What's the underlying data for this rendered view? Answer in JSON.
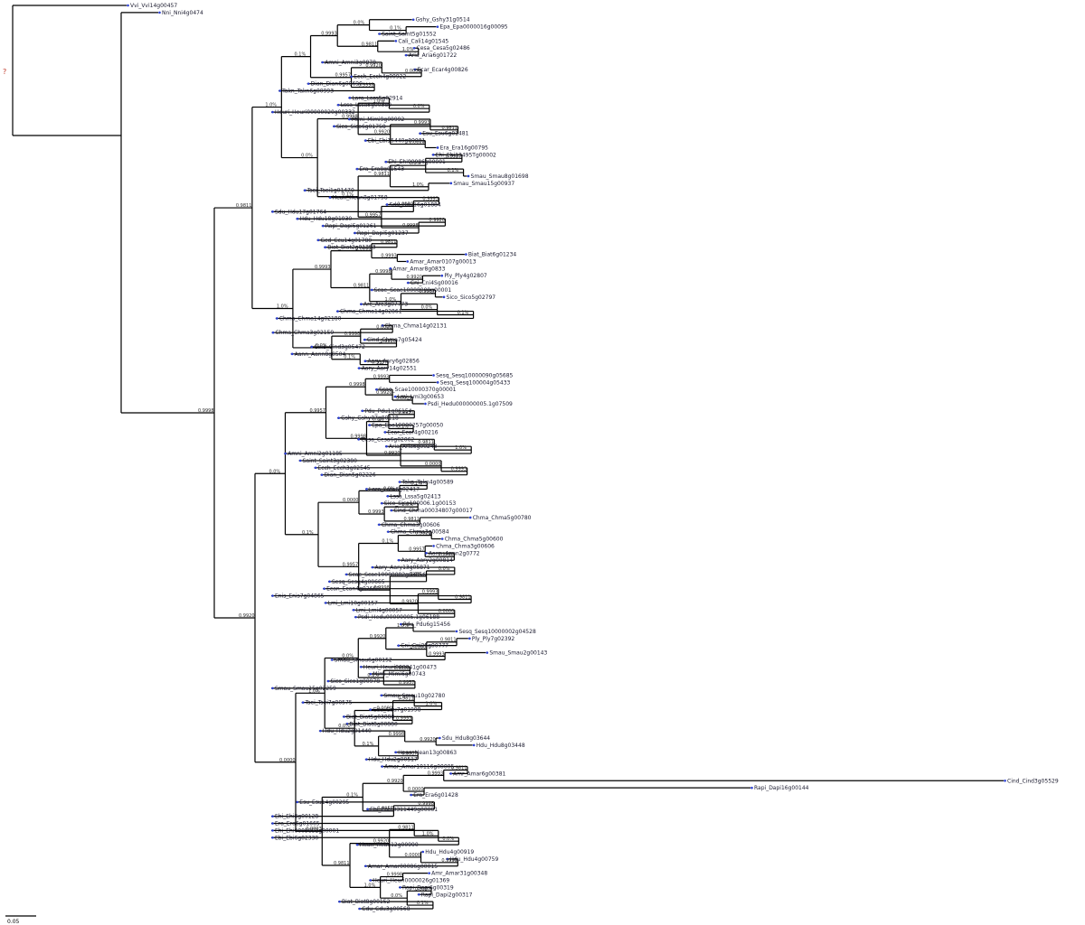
{
  "root_label": "?",
  "scale_label": "0.05",
  "leaves": [
    {
      "label": "Vvi_Vvi14g00457"
    },
    {
      "label": "Nni_Nni4g0474"
    },
    {
      "label": "Gshy_Gshy31g0514"
    },
    {
      "label": "Epa_Epa0000016g00095"
    },
    {
      "label": "Saint_Saint5g01552"
    },
    {
      "label": "Cali_Cali14g01545"
    },
    {
      "label": "Cesa_Cesa5g02486"
    },
    {
      "label": "Aria_Aria6g01722"
    },
    {
      "label": "Amni_Amni3g0878"
    },
    {
      "label": "Ecar_Ecar4g00826"
    },
    {
      "label": "Ecch_Ecch4g00922"
    },
    {
      "label": "Dian_Dian6g00690"
    },
    {
      "label": "Takn_Takn6g00993"
    },
    {
      "label": "Lara_Lara5g02914"
    },
    {
      "label": "Lssa_Lssa5g00380"
    },
    {
      "label": "Heuri_Heuri00000020g00332"
    },
    {
      "label": "Mimi_Mimi9g00992"
    },
    {
      "label": "Sico_Sico6g01758"
    },
    {
      "label": "Esu_Esu6g01481"
    },
    {
      "label": "Ebi_Ebi15440g00001"
    },
    {
      "label": "Era_Era16g00795"
    },
    {
      "label": "Ehi_Ehi13495Tg00002"
    },
    {
      "label": "Ehi_Ehi00086g00001"
    },
    {
      "label": "Era_Era8g01543"
    },
    {
      "label": "Smau_Smau8g01698"
    },
    {
      "label": "Smau_Smau15g00937"
    },
    {
      "label": "Tsei_Tsei1g01470"
    },
    {
      "label": "Hean_Hean8g01758"
    },
    {
      "label": "Sdu_Hdu16g01884"
    },
    {
      "label": "Sdu_Hdu17g01764"
    },
    {
      "label": "Hdu_Hdu18g01930"
    },
    {
      "label": "Rapi_Dapi5g01261"
    },
    {
      "label": "Rapi_Dapi5g01237"
    },
    {
      "label": "Gcd_Ccu14g01780"
    },
    {
      "label": "Biat_Biat2g01253"
    },
    {
      "label": "Biat_Biat6g01234"
    },
    {
      "label": "Amar_Amar0107g00013"
    },
    {
      "label": "Amar_Amar8g0833"
    },
    {
      "label": "Ply_Ply4g02807"
    },
    {
      "label": "Cni_Cni4Sg00016"
    },
    {
      "label": "Scae_Scae10008008g00001"
    },
    {
      "label": "Sico_Sico5g02797"
    },
    {
      "label": "Arc_Arc3g07773"
    },
    {
      "label": "Chma_Chma14g02861"
    },
    {
      "label": "Chma_Chma14g02180"
    },
    {
      "label": "Chma_Chma14g02131"
    },
    {
      "label": "Chma_Chma3g02159"
    },
    {
      "label": "Cind_Chma7g05424"
    },
    {
      "label": "Cind_Cind3g05472"
    },
    {
      "label": "Aann_Aann8g0504"
    },
    {
      "label": "Aary_Aary6g02856"
    },
    {
      "label": "Aary_Aary14g02551"
    },
    {
      "label": "Sesq_Sesq10000090g05685"
    },
    {
      "label": "Sesq_Sesq100004g05433"
    },
    {
      "label": "Scae_Scae10000370g00001"
    },
    {
      "label": "Lmi_Lmi3g00653"
    },
    {
      "label": "Psdi_Hedu000000005.1g07509"
    },
    {
      "label": "Pdu_Pdu1g06154"
    },
    {
      "label": "Gshy_Gshy07g00118"
    },
    {
      "label": "Epa_Epa10000257g00050"
    },
    {
      "label": "Ecar_Ecar4g00216"
    },
    {
      "label": "Cesa_Cesa6g02062"
    },
    {
      "label": "Aria_Aria6g00243"
    },
    {
      "label": "Amni_Amni2g01185"
    },
    {
      "label": "Saint_Saint3g02380"
    },
    {
      "label": "Ecch_Ecch3g02545"
    },
    {
      "label": "Dian_Dian5g02226"
    },
    {
      "label": "Takn_Takn4g00589"
    },
    {
      "label": "Lara_Lara6g02417"
    },
    {
      "label": "Lssa_Lssa5g02413"
    },
    {
      "label": "Sico_Sico100006.1g00153"
    },
    {
      "label": "Cind_Chma00034807g00017"
    },
    {
      "label": "Chma_Chma5g00780"
    },
    {
      "label": "Chma_Chma3g00606"
    },
    {
      "label": "Chma_Chma3g00584"
    },
    {
      "label": "Chma_Chma5g00600"
    },
    {
      "label": "Chma_Chma3g00606"
    },
    {
      "label": "Aann_Aann2g0772"
    },
    {
      "label": "Aary_Aary2g00814"
    },
    {
      "label": "Aary_Aary13g05871"
    },
    {
      "label": "Scae_Scae10000082g03056"
    },
    {
      "label": "Sesq_Sesq4g00665"
    },
    {
      "label": "Ecan_Ecan4g02668"
    },
    {
      "label": "Enis_Enis7g04865"
    },
    {
      "label": "Lmi_Lmi10g00157"
    },
    {
      "label": "Lmi_Lmi4g00057"
    },
    {
      "label": "Psdi_Hedu00000005.1g06188"
    },
    {
      "label": "Pdu_Pdu6g15456"
    },
    {
      "label": "Sesq_Sesq10000002g04528"
    },
    {
      "label": "Ply_Ply7g02392"
    },
    {
      "label": "Cni_Cni25g00777"
    },
    {
      "label": "Smau_Smau2g00143"
    },
    {
      "label": "Smau_Smau6g00152"
    },
    {
      "label": "Heuri_Heuri000041g00473"
    },
    {
      "label": "Mimi_Mimi6g00743"
    },
    {
      "label": "Sico_Sico1g00978"
    },
    {
      "label": "Smau_Smau15g02259"
    },
    {
      "label": "Smau_Smau10g02780"
    },
    {
      "label": "Tsei_Tsei7g00575"
    },
    {
      "label": "Cdu_Cdu7g01998"
    },
    {
      "label": "Biat_Biat5g03888"
    },
    {
      "label": "Biat_Biat8g00880"
    },
    {
      "label": "Hdu_Hdu2g01440"
    },
    {
      "label": "Sdu_Hdu8g03644"
    },
    {
      "label": "Hdu_Hdu8g03448"
    },
    {
      "label": "Hean_Hean13g00863"
    },
    {
      "label": "Hdu_Hdu2g00517"
    },
    {
      "label": "Amar_Amar10116g00005"
    },
    {
      "label": "Amr_Amar6g00381"
    },
    {
      "label": "Cind_Cind3g05529"
    },
    {
      "label": "Rapi_Dapi16g00144"
    },
    {
      "label": "Era_Era6g01428"
    },
    {
      "label": "Esu_Esu14g00295"
    },
    {
      "label": "Ehi_Ehi13311449g00001"
    },
    {
      "label": "Ehi_Ehi8g00128"
    },
    {
      "label": "Era_Era6g01665"
    },
    {
      "label": "Ehi_Ehi00058S1g00001"
    },
    {
      "label": "Ebi_Ebi6g02330"
    },
    {
      "label": "Hean_Hean12g00990"
    },
    {
      "label": "Hdu_Hdu4g00919"
    },
    {
      "label": "Hdu_Hdu4g00759"
    },
    {
      "label": "Amar_Amar00086g00015"
    },
    {
      "label": "Amr_Amar31g00348"
    },
    {
      "label": "Heuri_Heuri0000026g01369"
    },
    {
      "label": "Rapi_Dapi6g00319"
    },
    {
      "label": "Rapi_Dapi2g00317"
    },
    {
      "label": "Biat_Biat8g00152"
    },
    {
      "label": "Cdu_Cdu3g00568"
    }
  ],
  "supports": [
    "0.1%",
    "0.0%",
    "1.0%",
    "0.9811",
    "0.9993",
    "0.0000",
    "0.9920",
    "0.9998",
    "0.9957"
  ]
}
